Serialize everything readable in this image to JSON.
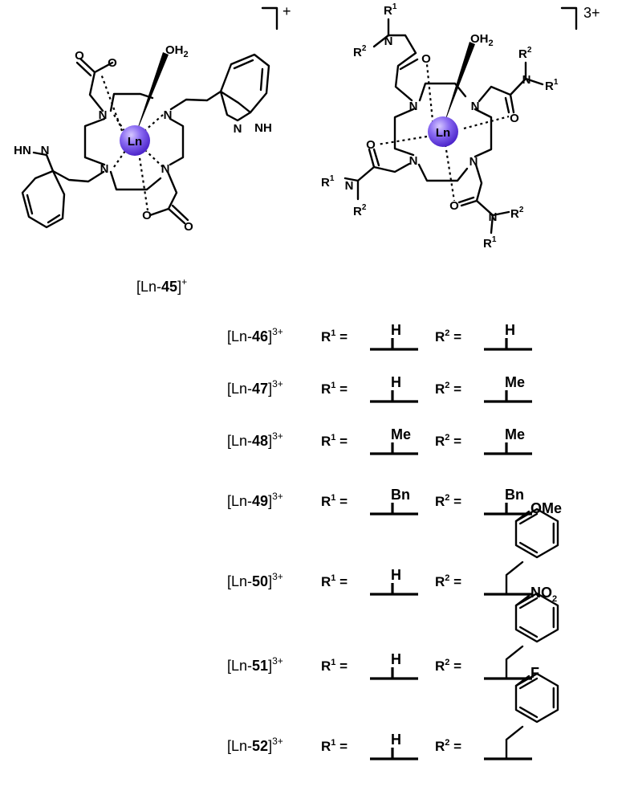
{
  "complex45": {
    "label_prefix": "[Ln-",
    "label_number": "45",
    "label_suffix": "]",
    "charge": "+",
    "metal": "Ln",
    "water": "OH",
    "water_sub": "2"
  },
  "complex_amide": {
    "charge": "3+",
    "metal": "Ln",
    "water": "OH",
    "water_sub": "2",
    "r1": "R",
    "r2": "R",
    "sup1": "1",
    "sup2": "2"
  },
  "atoms": {
    "N": "N",
    "O": "O",
    "NH": "NH",
    "HN": "HN",
    "N_eq": "N"
  },
  "rows": [
    {
      "prefix": "[Ln-",
      "number": "46",
      "suffix": "]",
      "charge": "3+",
      "r1_label": "R",
      "r1_sup": "1",
      "eq": " =",
      "r2_label": "R",
      "r2_sup": "2",
      "r1_sub": "H",
      "r2_sub": "H"
    },
    {
      "prefix": "[Ln-",
      "number": "47",
      "suffix": "]",
      "charge": "3+",
      "r1_label": "R",
      "r1_sup": "1",
      "eq": " =",
      "r2_label": "R",
      "r2_sup": "2",
      "r1_sub": "H",
      "r2_sub": "Me"
    },
    {
      "prefix": "[Ln-",
      "number": "48",
      "suffix": "]",
      "charge": "3+",
      "r1_label": "R",
      "r1_sup": "1",
      "eq": " =",
      "r2_label": "R",
      "r2_sup": "2",
      "r1_sub": "Me",
      "r2_sub": "Me"
    },
    {
      "prefix": "[Ln-",
      "number": "49",
      "suffix": "]",
      "charge": "3+",
      "r1_label": "R",
      "r1_sup": "1",
      "eq": " =",
      "r2_label": "R",
      "r2_sup": "2",
      "r1_sub": "Bn",
      "r2_sub": "Bn"
    },
    {
      "prefix": "[Ln-",
      "number": "50",
      "suffix": "]",
      "charge": "3+",
      "r1_label": "R",
      "r1_sup": "1",
      "eq": " =",
      "r2_label": "R",
      "r2_sup": "2",
      "r1_sub": "H",
      "r2_sub": "OMe"
    },
    {
      "prefix": "[Ln-",
      "number": "51",
      "suffix": "]",
      "charge": "3+",
      "r1_label": "R",
      "r1_sup": "1",
      "eq": " =",
      "r2_label": "R",
      "r2_sup": "2",
      "r1_sub": "H",
      "r2_sub": "NO",
      "r2_sub_index": "2"
    },
    {
      "prefix": "[Ln-",
      "number": "52",
      "suffix": "]",
      "charge": "3+",
      "r1_label": "R",
      "r1_sup": "1",
      "eq": " =",
      "r2_label": "R",
      "r2_sup": "2",
      "r1_sub": "H",
      "r2_sub": "F"
    }
  ]
}
